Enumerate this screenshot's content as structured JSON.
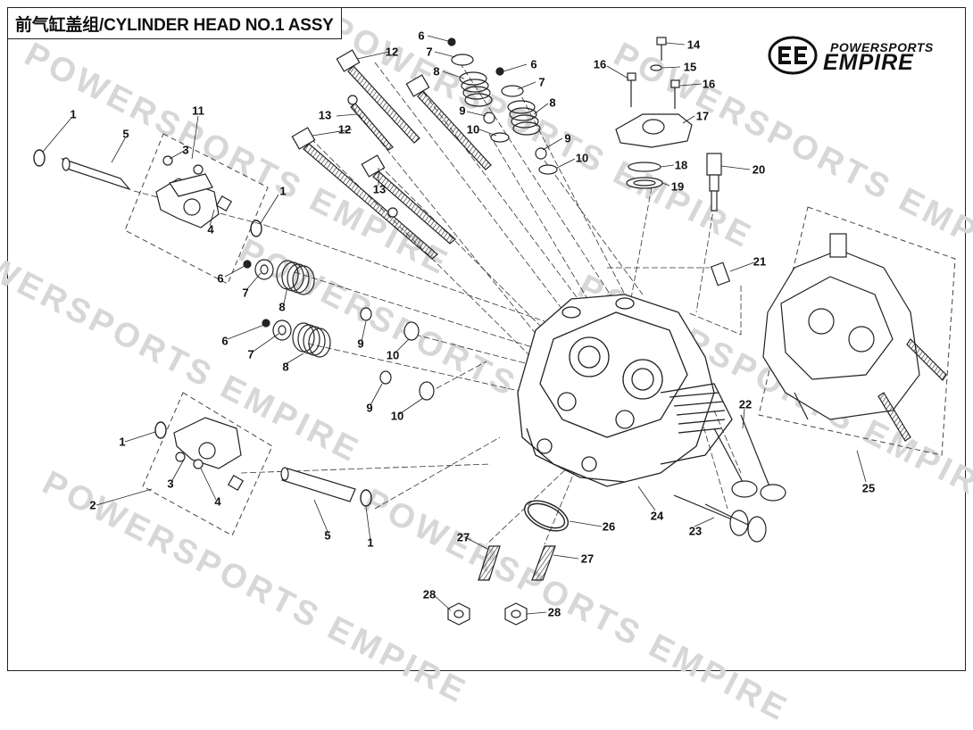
{
  "title": "前气缸盖组/CYLINDER HEAD NO.1 ASSY",
  "logo": {
    "line1": "POWERSPORTS",
    "line2": "EMPIRE"
  },
  "watermark": "POWERSPORTS EMPIRE",
  "callouts": {
    "c1a": "1",
    "c1b": "1",
    "c1c": "1",
    "c1d": "1",
    "c2": "2",
    "c3a": "3",
    "c3b": "3",
    "c4a": "4",
    "c4b": "4",
    "c5a": "5",
    "c5b": "5",
    "c6a": "6",
    "c6b": "6",
    "c6c": "6",
    "c6d": "6",
    "c7a": "7",
    "c7b": "7",
    "c7c": "7",
    "c7d": "7",
    "c8a": "8",
    "c8b": "8",
    "c8c": "8",
    "c8d": "8",
    "c9a": "9",
    "c9b": "9",
    "c9c": "9",
    "c9d": "9",
    "c10a": "10",
    "c10b": "10",
    "c10c": "10",
    "c10d": "10",
    "c11": "11",
    "c12a": "12",
    "c12b": "12",
    "c13a": "13",
    "c13b": "13",
    "c14": "14",
    "c15": "15",
    "c16a": "16",
    "c16b": "16",
    "c17": "17",
    "c18": "18",
    "c19": "19",
    "c20": "20",
    "c21": "21",
    "c22": "22",
    "c23": "23",
    "c24": "24",
    "c25": "25",
    "c26": "26",
    "c27a": "27",
    "c27b": "27",
    "c28a": "28",
    "c28b": "28"
  }
}
